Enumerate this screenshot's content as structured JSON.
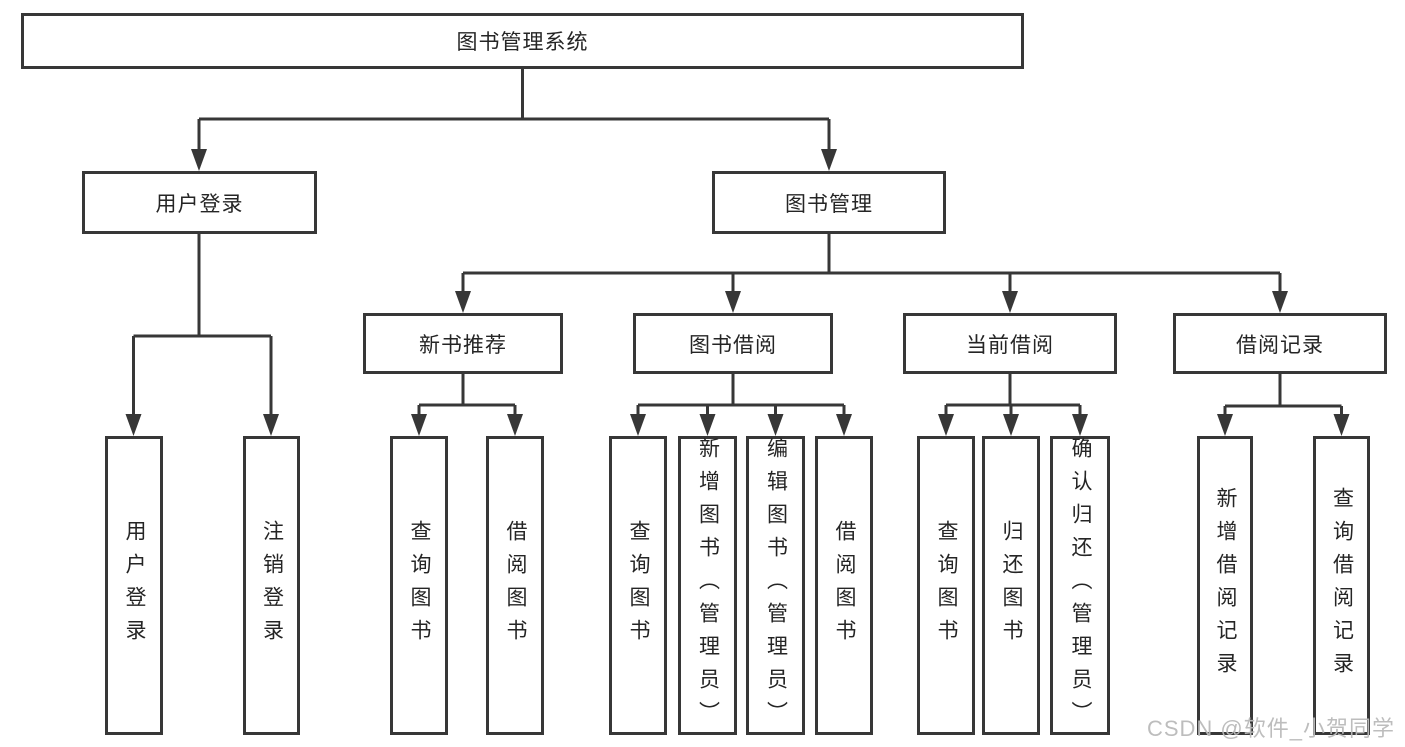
{
  "tree": {
    "root": {
      "label": "图书管理系统"
    },
    "branches": [
      {
        "label": "用户登录",
        "children": [
          {
            "label": "用户登录"
          },
          {
            "label": "注销登录"
          }
        ]
      },
      {
        "label": "图书管理",
        "children": [
          {
            "label": "新书推荐",
            "children": [
              {
                "label": "查询图书"
              },
              {
                "label": "借阅图书"
              }
            ]
          },
          {
            "label": "图书借阅",
            "children": [
              {
                "label": "查询图书"
              },
              {
                "label": "新增图书（管理员）"
              },
              {
                "label": "编辑图书（管理员）"
              },
              {
                "label": "借阅图书"
              }
            ]
          },
          {
            "label": "当前借阅",
            "children": [
              {
                "label": "查询图书"
              },
              {
                "label": "归还图书"
              },
              {
                "label": "确认归还（管理员）"
              }
            ]
          },
          {
            "label": "借阅记录",
            "children": [
              {
                "label": "新增借阅记录"
              },
              {
                "label": "查询借阅记录"
              }
            ]
          }
        ]
      }
    ]
  },
  "watermark": {
    "text": "CSDN @软件_小贺同学"
  },
  "colors": {
    "line": "#373737",
    "text": "#252525",
    "watermark": "#b9b9b9"
  }
}
